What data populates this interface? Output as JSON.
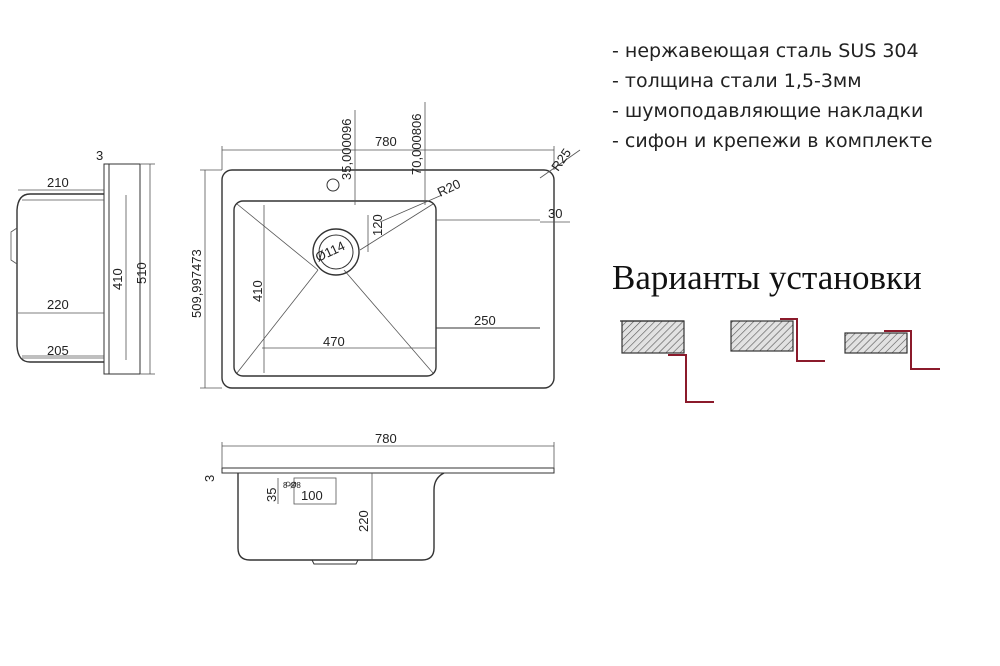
{
  "features": [
    "- нержавеющая сталь SUS 304",
    "- толщина стали 1,5-3мм",
    "- шумоподавляющие накладки",
    "- сифон и крепежи в комплекте"
  ],
  "install_title": "Варианты установки",
  "install_colors": {
    "accent": "#8b1a2b",
    "hatch": "#444444",
    "body": "#dddddd"
  },
  "top_view": {
    "dims": {
      "width": "780",
      "height": "509,997473",
      "offset1": "35,000096",
      "offset2": "70,000806",
      "corner_radius": "R25",
      "inner_radius": "R20",
      "drain_diameter": "Ø114",
      "drain_offset": "120",
      "edge_margin": "30",
      "bowl_height": "410",
      "bowl_width": "470",
      "drainboard_width": "250"
    }
  },
  "side_view": {
    "dims": {
      "thickness": "3",
      "top_width": "210",
      "bowl_height": "410",
      "total_height": "510",
      "mid_width": "220",
      "bottom_width": "205"
    }
  },
  "front_view": {
    "dims": {
      "width": "780",
      "thickness": "3",
      "overflow_height": "35",
      "overflow_width": "100",
      "depth": "220",
      "overflow_hole_label": "8-Ø8"
    }
  }
}
